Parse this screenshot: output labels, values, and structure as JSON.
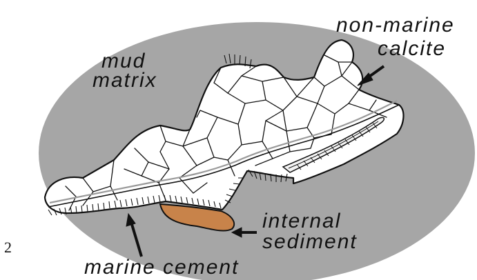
{
  "diagram": {
    "labels": {
      "mud_matrix_line1": "mud",
      "mud_matrix_line2": "matrix",
      "non_marine_line1": "non-marine",
      "non_marine_line2": "calcite",
      "internal_line1": "internal",
      "internal_line2": "sediment",
      "marine_cement": "marine cement"
    },
    "figure_number": "2",
    "colors": {
      "matrix_fill": "#a6a6a6",
      "internal_sediment": "#c8834a",
      "calcite_fill": "#ffffff",
      "line": "#111111"
    }
  }
}
